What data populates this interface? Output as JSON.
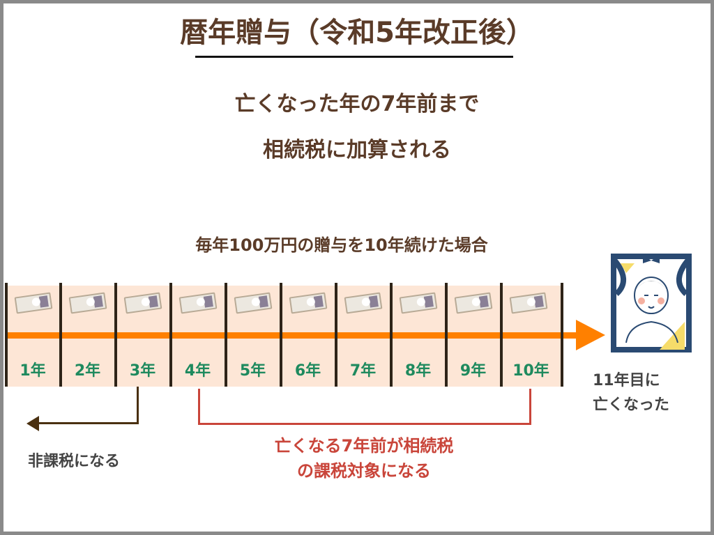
{
  "title": "暦年贈与（令和5年改正後）",
  "subtitle": [
    "亡くなった年の7年前まで",
    "相続税に加算される"
  ],
  "caption": "毎年100万円の贈与を10年続けた場合",
  "years": [
    "1年",
    "2年",
    "3年",
    "4年",
    "5年",
    "6年",
    "7年",
    "8年",
    "9年",
    "10年"
  ],
  "death_label": [
    "11年目に",
    "亡くなった"
  ],
  "nontaxable_label": "非課税になる",
  "taxable_label": [
    "亡くなる7年前が相続税",
    "の課税対象になる"
  ],
  "colors": {
    "title": "#5a3b28",
    "band": "#fde6d6",
    "timeline": "#ff8000",
    "year": "#1e8a5e",
    "taxable": "#c9453a",
    "frame": "#2a4a72"
  }
}
